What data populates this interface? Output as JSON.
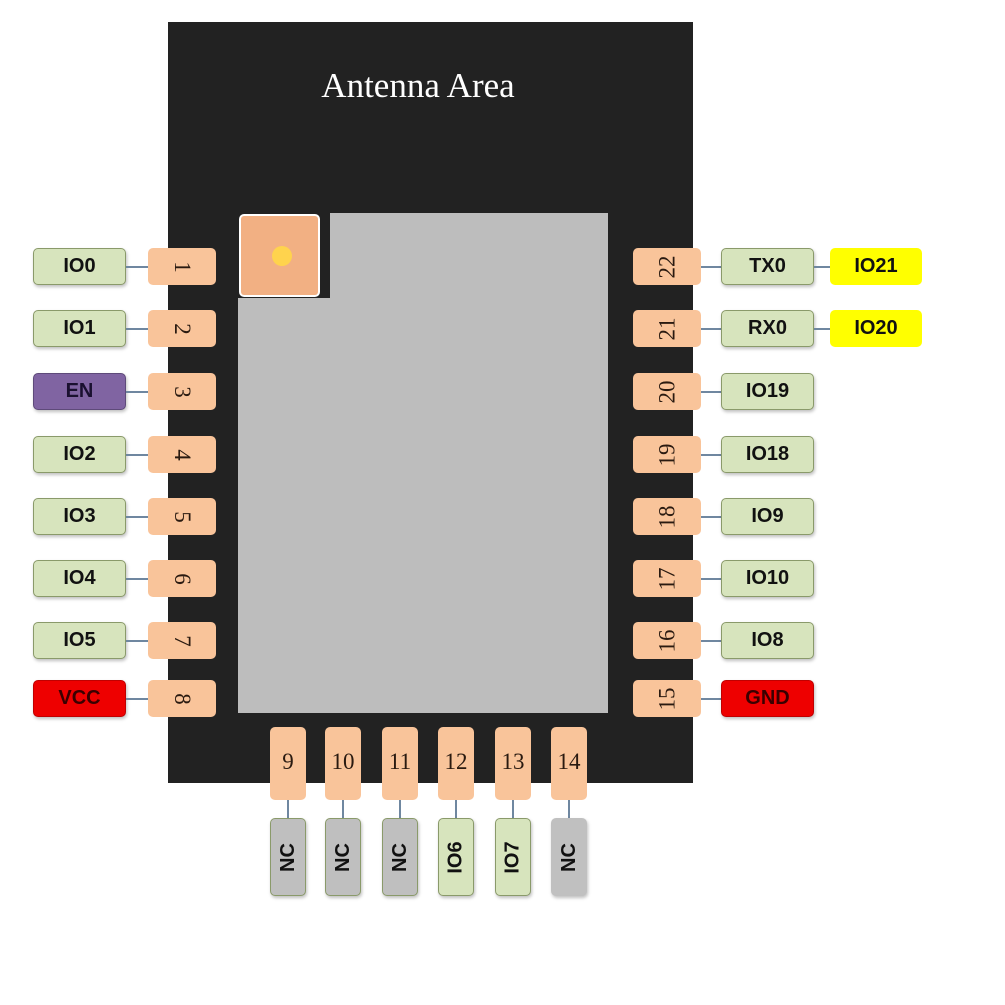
{
  "title": "Antenna Area",
  "colors": {
    "board": "#222222",
    "shield": "#bdbdbd",
    "pin_pad": "#f9c49a",
    "io_label": "#d7e4bd",
    "enable_label": "#8064a2",
    "power_label": "#ee0000",
    "alt_label": "#ffff00",
    "nc_label": "#bfbfbf"
  },
  "left_pins": [
    {
      "number": "1",
      "label": "IO0",
      "type": "io"
    },
    {
      "number": "2",
      "label": "IO1",
      "type": "io"
    },
    {
      "number": "3",
      "label": "EN",
      "type": "en"
    },
    {
      "number": "4",
      "label": "IO2",
      "type": "io"
    },
    {
      "number": "5",
      "label": "IO3",
      "type": "io"
    },
    {
      "number": "6",
      "label": "IO4",
      "type": "io"
    },
    {
      "number": "7",
      "label": "IO5",
      "type": "io"
    },
    {
      "number": "8",
      "label": "VCC",
      "type": "pwr"
    }
  ],
  "right_pins": [
    {
      "number": "22",
      "label": "TX0",
      "type": "io",
      "alt": "IO21"
    },
    {
      "number": "21",
      "label": "RX0",
      "type": "io",
      "alt": "IO20"
    },
    {
      "number": "20",
      "label": "IO19",
      "type": "io"
    },
    {
      "number": "19",
      "label": "IO18",
      "type": "io"
    },
    {
      "number": "18",
      "label": "IO9",
      "type": "io"
    },
    {
      "number": "17",
      "label": "IO10",
      "type": "io"
    },
    {
      "number": "16",
      "label": "IO8",
      "type": "io"
    },
    {
      "number": "15",
      "label": "GND",
      "type": "pwr"
    }
  ],
  "bottom_pins": [
    {
      "number": "9",
      "label": "NC",
      "type": "nc"
    },
    {
      "number": "10",
      "label": "NC",
      "type": "nc"
    },
    {
      "number": "11",
      "label": "NC",
      "type": "nc"
    },
    {
      "number": "12",
      "label": "IO6",
      "type": "io"
    },
    {
      "number": "13",
      "label": "IO7",
      "type": "io"
    },
    {
      "number": "14",
      "label": "NC",
      "type": "nc2"
    }
  ]
}
